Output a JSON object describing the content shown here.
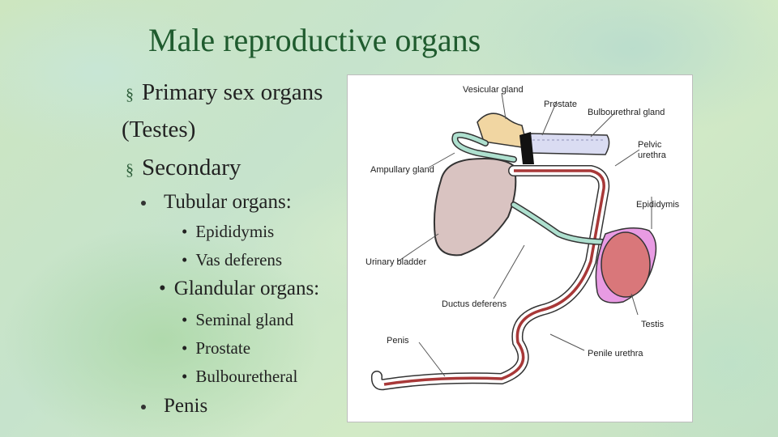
{
  "slide": {
    "title": "Male reproductive organs",
    "bullets": {
      "primary": "Primary sex organs",
      "primary_detail": "(Testes)",
      "secondary": "Secondary",
      "tubular": "Tubular organs:",
      "tubular_items": [
        "Epididymis",
        "Vas deferens"
      ],
      "glandular": "Glandular organs:",
      "glandular_items": [
        "Seminal gland",
        "Prostate",
        "Bulbouretheral"
      ],
      "penis": "Penis"
    }
  },
  "diagram": {
    "labels": {
      "vesicular_gland": "Vesicular gland",
      "prostate": "Prostate",
      "bulbourethral_gland": "Bulbourethral gland",
      "pelvic_urethra_1": "Pelvic",
      "pelvic_urethra_2": "urethra",
      "ampullary_gland": "Ampullary gland",
      "epididymis": "Epididymis",
      "urinary_bladder": "Urinary bladder",
      "ductus_deferens": "Ductus deferens",
      "testis": "Testis",
      "penis": "Penis",
      "penile_urethra": "Penile urethra"
    }
  },
  "colors": {
    "title": "#1f5b2e",
    "bladder": "#d9c3c1",
    "testis": "#d9777a",
    "epididymis": "#e89be3",
    "ductus": "#aee0cf",
    "urethra": "#a83838",
    "vesicular_gland": "#f1d6a2",
    "bulbourethral": "#dadcf2"
  }
}
